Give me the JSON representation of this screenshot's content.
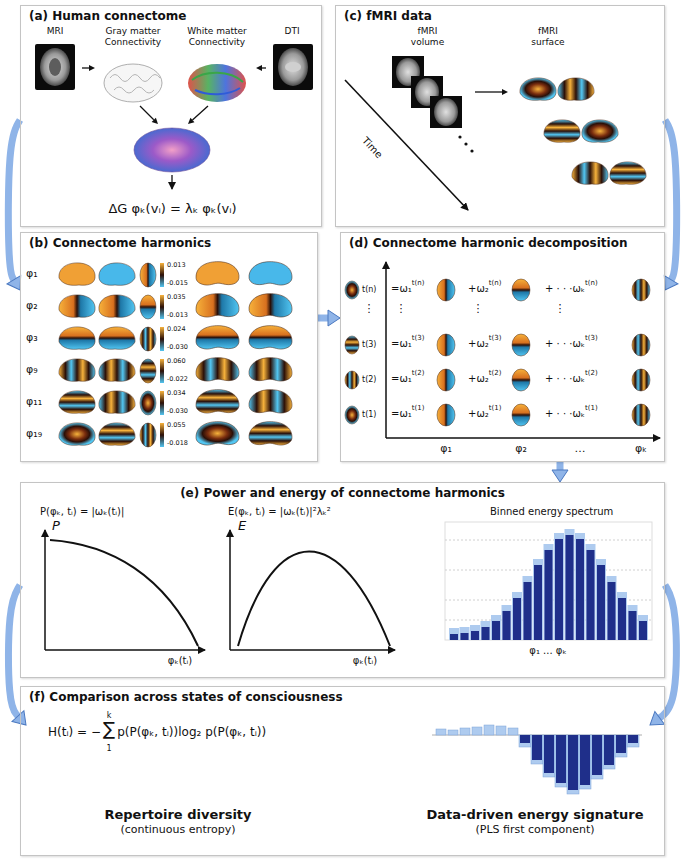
{
  "diagram": {
    "nodes": [
      {
        "text": [
          "(a) Human connectome"
        ]
      },
      {
        "text": [
          "MRI"
        ],
        "in": 0
      },
      {
        "text": [
          "Gray matter Connectivity"
        ],
        "in": 0
      },
      {
        "text": [
          "White matter Connectivity"
        ],
        "in": 0
      },
      {
        "text": [
          "DTI"
        ],
        "in": 0
      },
      {
        "text": [
          "ΔG φₖ(vᵢ) = λₖ φₖ(vᵢ)"
        ],
        "in": 0
      },
      {
        "text": [
          "(c) fMRI data"
        ]
      },
      {
        "text": [
          "fMRI volume"
        ],
        "in": 6
      },
      {
        "text": [
          "fMRI surface"
        ],
        "in": 6
      },
      {
        "text": [
          "(b) Connectome harmonics"
        ]
      },
      {
        "text": [
          "(d) Connectome harmonic decomposition"
        ]
      },
      {
        "text": [
          "(e) Power and energy of connectome harmonics"
        ]
      },
      {
        "text": [
          "(f) Comparison across states of consciousness"
        ]
      },
      {
        "text": [
          "Repertoire diversity",
          "(continuous entropy)"
        ],
        "in": 12
      },
      {
        "text": [
          "Data-driven energy signature",
          "(PLS first component)"
        ],
        "in": 12
      }
    ],
    "edges": [
      {
        "from": 1,
        "to": 2,
        "arrow": "to"
      },
      {
        "from": 4,
        "to": 3,
        "arrow": "to"
      },
      {
        "from": 2,
        "to": 5,
        "arrow": "to"
      },
      {
        "from": 3,
        "to": 5,
        "arrow": "to"
      },
      {
        "from": 7,
        "to": 8,
        "arrow": "to"
      },
      {
        "from": 0,
        "to": 9,
        "arrow": "to"
      },
      {
        "from": 6,
        "to": 10,
        "arrow": "to"
      },
      {
        "from": 9,
        "to": 10,
        "arrow": "to"
      },
      {
        "from": 10,
        "to": 11,
        "arrow": "to"
      },
      {
        "from": 11,
        "to": 13,
        "arrow": "to"
      },
      {
        "from": 11,
        "to": 14,
        "arrow": "to"
      }
    ],
    "labels": [
      "φ₁",
      "φ₂",
      "φ₃",
      "φ₉",
      "φ₁₁",
      "φ₁₉",
      "0.013",
      "-0.015",
      "0.035",
      "-0.013",
      "0.024",
      "-0.030",
      "0.060",
      "-0.022",
      "0.034",
      "-0.030",
      "0.055",
      "-0.018",
      "Time",
      "t(n)",
      "t(3)",
      "t(2)",
      "t(1)",
      "=ω₁",
      "t(n)",
      "+ω₂",
      "t(n)",
      "+ · · ·ωₖ",
      "t(n)",
      "=ω₁",
      "t(3)",
      "+ω₂",
      "t(3)",
      "+ · · ·ωₖ",
      "t(3)",
      "=ω₁",
      "t(2)",
      "+ω₂",
      "t(2)",
      "+ · · ·ωₖ",
      "t(2)",
      "=ω₁",
      "t(1)",
      "+ω₂",
      "t(1)",
      "+ · · ·ωₖ",
      "t(1)",
      "⋮",
      "⋮",
      "⋮",
      "⋮",
      "φ₁",
      "φ₂",
      "…",
      "φₖ",
      "P(φₖ, tᵢ) = |ωₖ(tᵢ)|",
      "E(φₖ, tᵢ) = |ωₖ(tᵢ)|²λₖ²",
      "Binned energy spectrum",
      "P",
      "E",
      "φₖ(tᵢ)",
      "φₖ(tᵢ)",
      "φ₁ ... φₖ",
      "H(tᵢ) = −",
      "∑",
      "k",
      "1",
      "p(P(φₖ, tᵢ))log₂ p(P(φₖ, tᵢ))"
    ]
  }
}
